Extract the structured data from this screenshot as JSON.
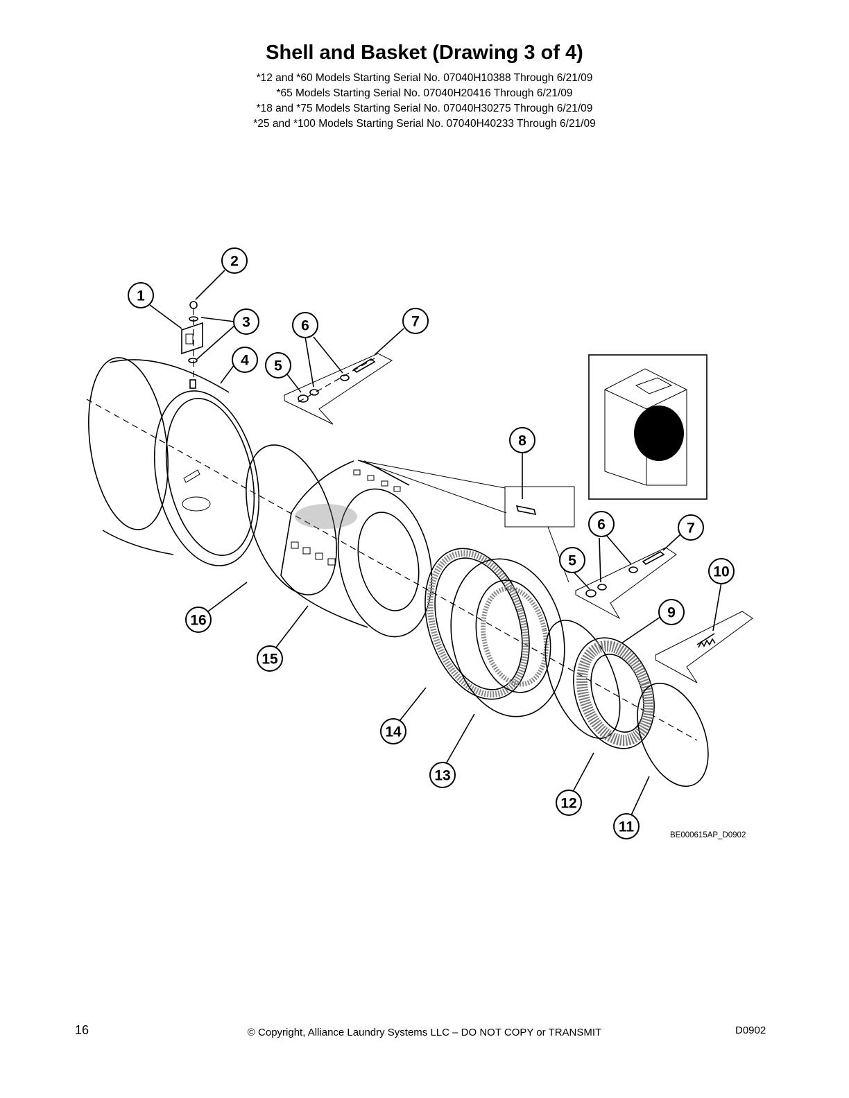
{
  "title": "Shell and Basket (Drawing 3 of 4)",
  "subtitles": [
    "*12 and *60 Models Starting Serial No. 07040H10388 Through 6/21/09",
    "*65 Models Starting Serial No. 07040H20416 Through 6/21/09",
    "*18 and *75 Models Starting Serial No. 07040H30275 Through 6/21/09",
    "*25 and *100 Models Starting Serial No. 07040H40233 Through 6/21/09"
  ],
  "callouts": [
    "1",
    "2",
    "3",
    "4",
    "5",
    "6",
    "7",
    "8",
    "5",
    "6",
    "7",
    "10",
    "9",
    "16",
    "15",
    "14",
    "13",
    "12",
    "11"
  ],
  "drawing_code": "BE000615AP_D0902",
  "footer": {
    "page_number": "16",
    "copyright": "© Copyright, Alliance Laundry Systems LLC – DO NOT COPY or TRANSMIT",
    "doc_id": "D0902"
  }
}
